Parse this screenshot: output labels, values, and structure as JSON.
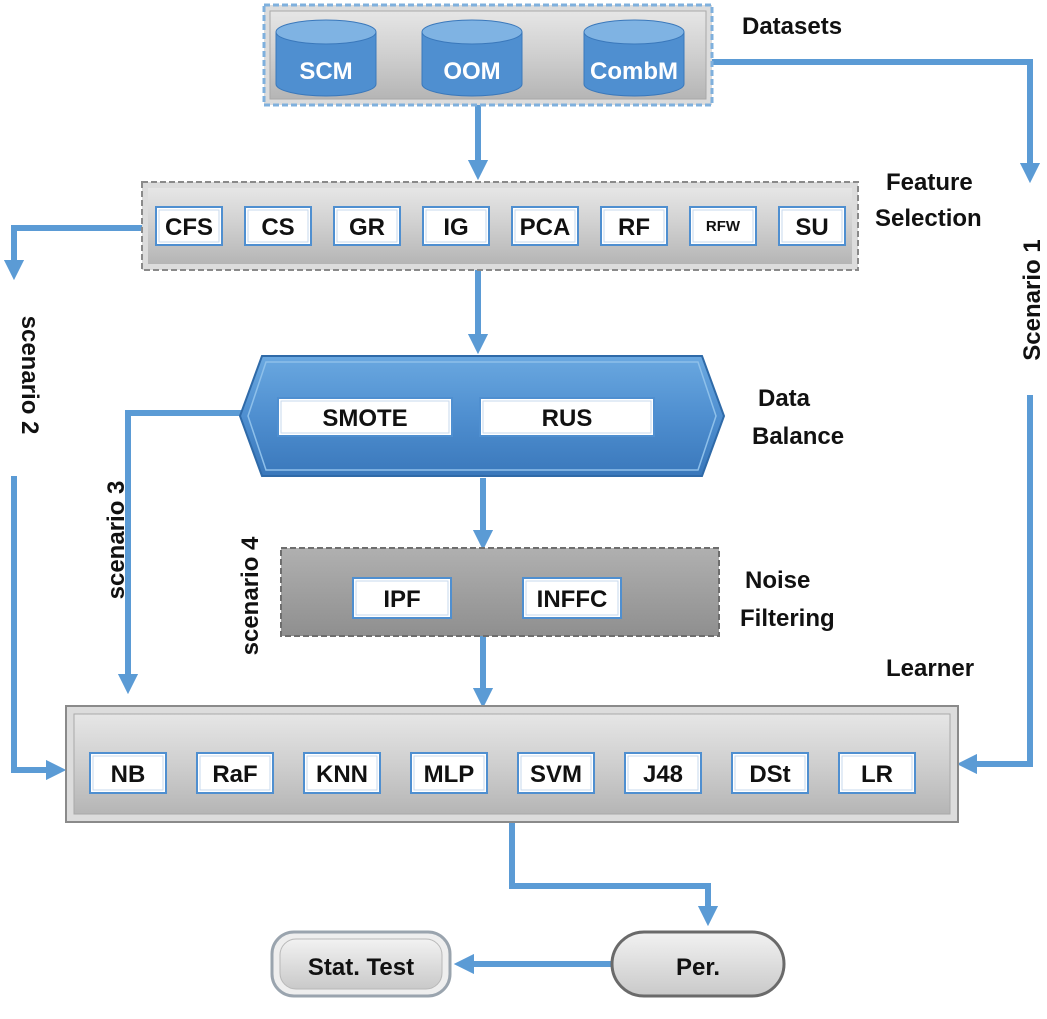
{
  "colors": {
    "flow": "#5b9bd5",
    "panel": "#c8c8c8",
    "panelBorder": "#9a9a9a",
    "balance": "#4f8fd0"
  },
  "datasets": {
    "label": "Datasets",
    "items": [
      "SCM",
      "OOM",
      "CombM"
    ]
  },
  "feature_selection": {
    "label_line1": "Feature",
    "label_line2": "Selection",
    "items": [
      "CFS",
      "CS",
      "GR",
      "IG",
      "PCA",
      "RF",
      "RFW",
      "SU"
    ]
  },
  "data_balance": {
    "label_line1": "Data",
    "label_line2": "Balance",
    "items": [
      "SMOTE",
      "RUS"
    ]
  },
  "noise_filtering": {
    "label_line1": "Noise",
    "label_line2": "Filtering",
    "items": [
      "IPF",
      "INFFC"
    ]
  },
  "learner": {
    "label": "Learner",
    "items": [
      "NB",
      "RaF",
      "KNN",
      "MLP",
      "SVM",
      "J48",
      "DSt",
      "LR"
    ]
  },
  "scenarios": {
    "s1": "Scenario 1",
    "s2": "scenario 2",
    "s3": "scenario 3",
    "s4": "scenario 4"
  },
  "performance": "Per.",
  "stat_test": "Stat. Test"
}
